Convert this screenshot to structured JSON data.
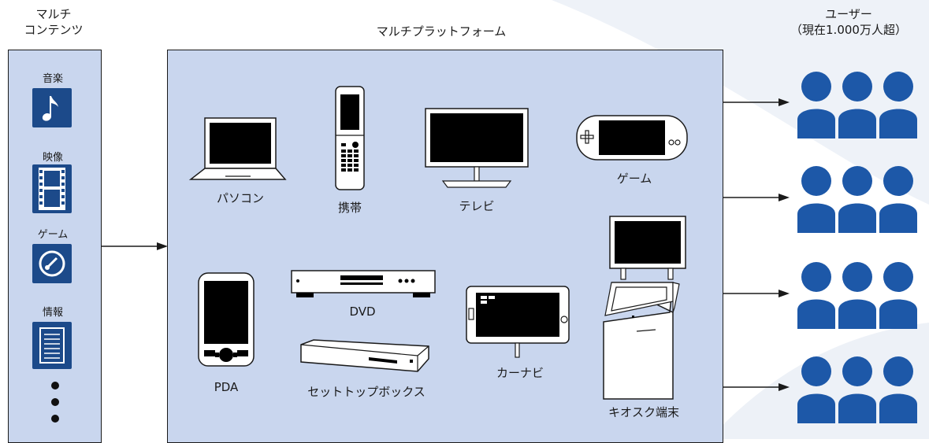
{
  "headings": {
    "contents": [
      "マルチ",
      "コンテンツ"
    ],
    "platform": "マルチプラットフォーム",
    "users": [
      "ユーザー",
      "（現在1.000万人超）"
    ]
  },
  "contents": [
    {
      "label": "音楽",
      "icon": "music-note-icon"
    },
    {
      "label": "映像",
      "icon": "film-strip-icon"
    },
    {
      "label": "ゲーム",
      "icon": "game-disc-icon"
    },
    {
      "label": "情報",
      "icon": "document-icon"
    }
  ],
  "devices": {
    "pc": "パソコン",
    "mobile": "携帯",
    "tv": "テレビ",
    "game": "ゲーム",
    "pda": "PDA",
    "dvd": "DVD",
    "stb": "セットトップボックス",
    "carnavi": "カーナビ",
    "kiosk": "キオスク端末"
  },
  "colors": {
    "panel": "#c9d6ee",
    "icon_navy": "#1c4a8a",
    "user_blue": "#1d58a8"
  }
}
